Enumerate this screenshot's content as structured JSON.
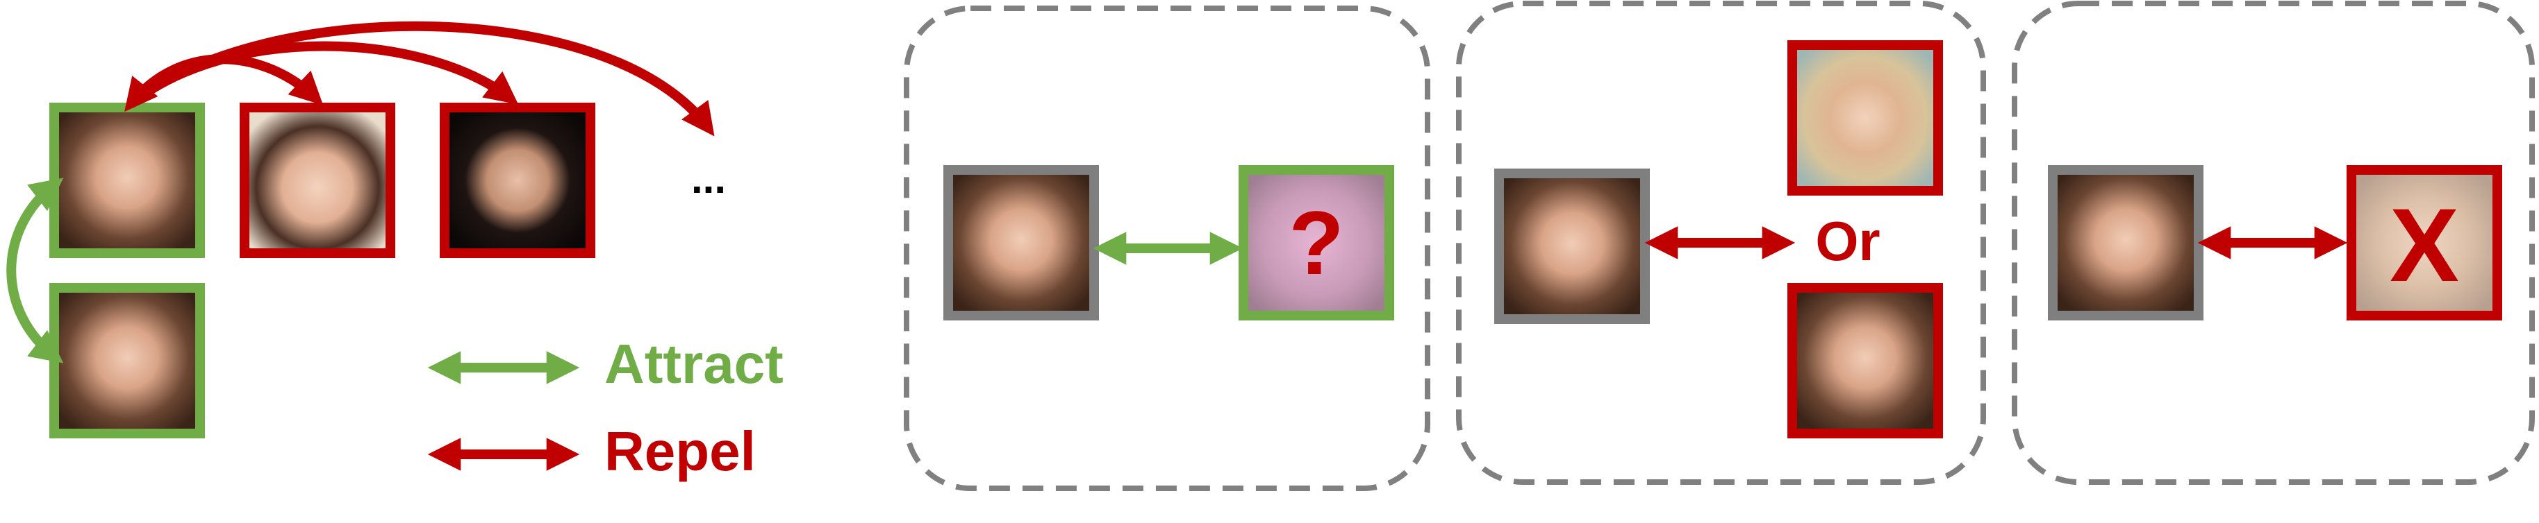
{
  "colors": {
    "attract": "#70ad47",
    "repel": "#c00000",
    "neutral": "#7f7f7f",
    "dashed_border": "#808080",
    "background": "#ffffff"
  },
  "legend": {
    "ellipsis": "...",
    "attract_label": "Attract",
    "repel_label": "Repel"
  },
  "panels": [
    {
      "marker": "?"
    },
    {
      "connector": "Or"
    },
    {
      "marker": "X"
    }
  ]
}
